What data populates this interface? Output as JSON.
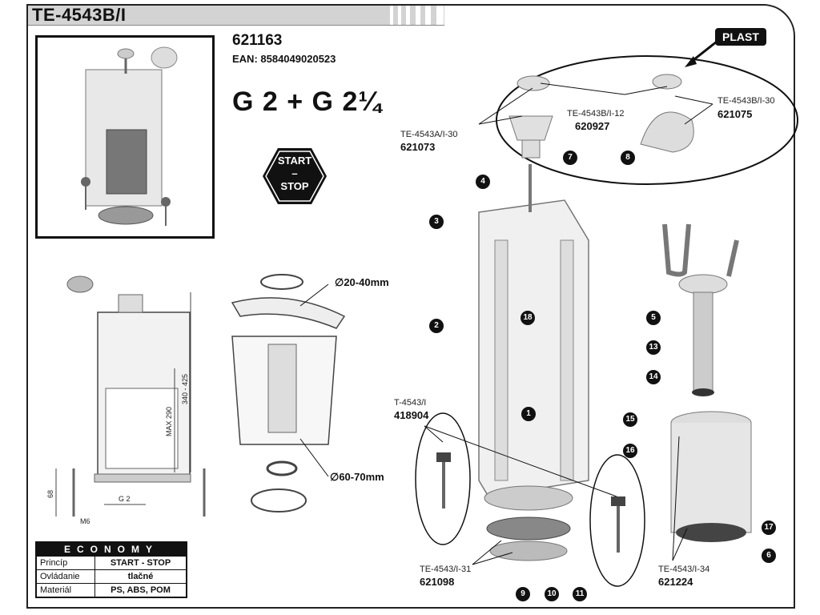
{
  "title": "TE-4543B/I",
  "product_code": "621163",
  "ean": "EAN: 8584049020523",
  "thread": "G 2 + G 2¼",
  "start_stop": {
    "line1": "START",
    "dash": "–",
    "line2": "STOP"
  },
  "material_badge": "PLAST",
  "parts": {
    "cap_left_code": "TE-4543B/I-12",
    "cap_left_num": "620927",
    "cap_right_code": "TE-4543B/I-30",
    "cap_right_num": "621075",
    "cup_code": "TE-4543A/I-30",
    "cup_num": "621073",
    "bolt_code": "T-4543/I",
    "bolt_num": "418904",
    "seal_code": "TE-4543/I-31",
    "seal_num": "621098",
    "float_code": "TE-4543/I-34",
    "float_num": "621224"
  },
  "callouts": [
    "1",
    "2",
    "3",
    "4",
    "5",
    "6",
    "7",
    "8",
    "9",
    "10",
    "11",
    "13",
    "14",
    "15",
    "16",
    "17",
    "18"
  ],
  "dims": {
    "hole_top": "∅20-40mm",
    "hole_bottom": "∅60-70mm",
    "height_range": "340 - 425",
    "max": "MAX 290",
    "g2": "G 2",
    "m6": "M6",
    "h68": "68"
  },
  "economy": {
    "header": "ECONOMY",
    "rows": [
      {
        "key": "Princíp",
        "value": "START - STOP"
      },
      {
        "key": "Ovládanie",
        "value": "tlačné"
      },
      {
        "key": "Materiál",
        "value": "PS, ABS, POM"
      }
    ]
  }
}
